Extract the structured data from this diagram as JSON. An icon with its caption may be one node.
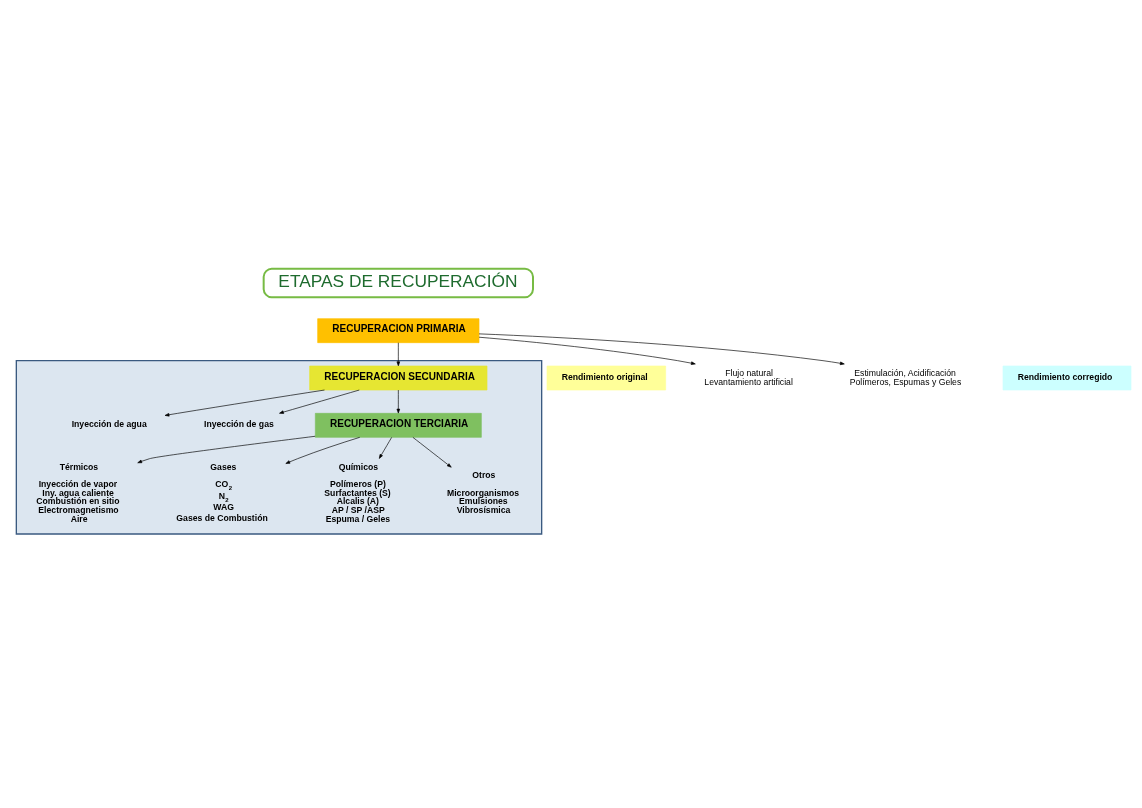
{
  "diagram": {
    "nodes": [
      {
        "text": [
          "ETAPAS DE RECUPERACIÓN"
        ]
      },
      {
        "text": [
          "RECUPERACION PRIMARIA"
        ]
      },
      {
        "text": [
          "Rendimiento original"
        ]
      },
      {
        "text": [
          "Flujo natural",
          "Levantamiento artificial"
        ]
      },
      {
        "text": [
          "Estimulación, Acidificación",
          "Polímeros, Espumas y Geles"
        ]
      },
      {
        "text": [
          "Rendimiento corregido"
        ]
      },
      {
        "text": [],
        "shape": "box"
      },
      {
        "text": [
          "RECUPERACION SECUNDARIA"
        ],
        "in": 6
      },
      {
        "text": [
          "Inyección de agua"
        ],
        "in": 6
      },
      {
        "text": [
          "Inyección de gas"
        ],
        "in": 6
      },
      {
        "text": [
          "RECUPERACION TERCIARIA"
        ],
        "in": 6
      },
      {
        "text": [
          "Térmicos",
          "Inyección de vapor",
          "Iny. agua caliente",
          "Combustión en sitio",
          "Electromagnetismo",
          "Aire"
        ],
        "in": 6
      },
      {
        "text": [
          "Gases",
          "CO$_{2}$",
          "N$_{2}$",
          "WAG",
          "Gases de Combustión"
        ],
        "in": 6
      },
      {
        "text": [
          "Químicos",
          "Polímeros (P)",
          "Surfactantes (S)",
          "Alcalis (A)",
          "AP / SP /ASP",
          "Espuma / Geles"
        ],
        "in": 6
      },
      {
        "text": [
          "Otros",
          "Microorganismos",
          "Emulsiones",
          "Vibrosísmica"
        ],
        "in": 6
      }
    ],
    "edges": [
      {
        "from": 1,
        "to": 3,
        "arrow": "to"
      },
      {
        "from": 1,
        "to": 4,
        "arrow": "to"
      },
      {
        "from": 1,
        "to": 7,
        "arrow": "to"
      },
      {
        "from": 7,
        "to": 8,
        "arrow": "to"
      },
      {
        "from": 7,
        "to": 9,
        "arrow": "to"
      },
      {
        "from": 7,
        "to": 10,
        "arrow": "to"
      },
      {
        "from": 10,
        "to": 11,
        "arrow": "to"
      },
      {
        "from": 10,
        "to": 12,
        "arrow": "to"
      },
      {
        "from": 10,
        "to": 13,
        "arrow": "to"
      },
      {
        "from": 10,
        "to": 14,
        "arrow": "to"
      }
    ]
  }
}
